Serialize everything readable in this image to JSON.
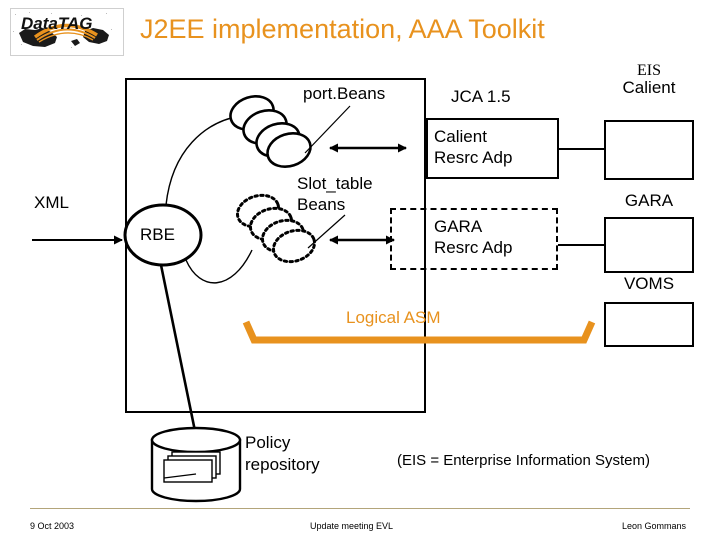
{
  "slide": {
    "title": "J2EE implementation, AAA Toolkit",
    "title_color": "#E8921E",
    "logo_text": "DataTAG"
  },
  "diagram": {
    "labels": {
      "xml": "XML",
      "rbe": "RBE",
      "port_beans": "port.Beans",
      "slot_table_beans": "Slot_table Beans",
      "jca": "JCA 1.5",
      "logical_asm": "Logical ASM",
      "policy_repository": "Policy repository"
    },
    "adapters": [
      {
        "name": "calient-resource-adapter",
        "line1": "Calient",
        "line2": "Resrc Adp",
        "border": "solid"
      },
      {
        "name": "gara-resource-adapter",
        "line1": "GARA",
        "line2": "Resrc Adp",
        "border": "dash-dot"
      }
    ],
    "endpoints": [
      {
        "name": "eis-calient",
        "caption_top": "EIS",
        "caption": "Calient"
      },
      {
        "name": "gara",
        "caption": "GARA"
      },
      {
        "name": "voms",
        "caption": "VOMS"
      }
    ],
    "note": "(EIS = Enterprise Information System)",
    "accent_color": "#E8921E"
  },
  "footer": {
    "date": "9 Oct 2003",
    "meeting": "Update meeting EVL",
    "author": "Leon Gommans"
  }
}
